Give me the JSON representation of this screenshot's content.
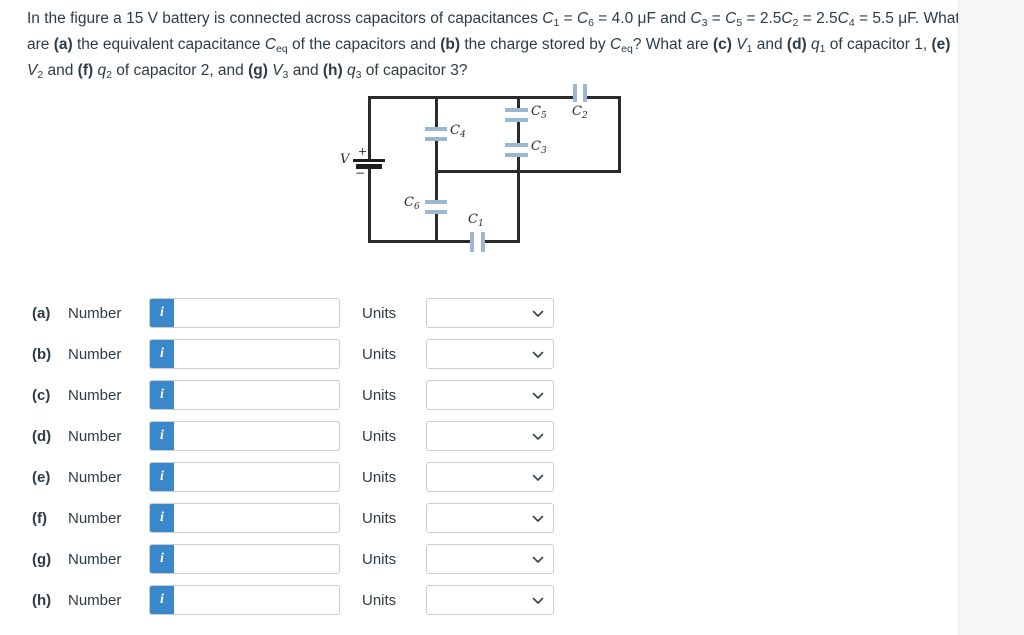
{
  "question": {
    "lines": [
      [
        [
          "p",
          "In the figure a 15 V battery is connected across capacitors of capacitances "
        ],
        [
          "v",
          "C"
        ],
        [
          "s",
          "1"
        ],
        [
          "p",
          " = "
        ],
        [
          "v",
          "C"
        ],
        [
          "s",
          "6"
        ],
        [
          "p",
          " = 4.0 μF and "
        ],
        [
          "v",
          "C"
        ],
        [
          "s",
          "3"
        ],
        [
          "p",
          " = "
        ],
        [
          "v",
          "C"
        ],
        [
          "s",
          "5"
        ],
        [
          "p",
          " = 2.5"
        ],
        [
          "v",
          "C"
        ],
        [
          "s",
          "2"
        ],
        [
          "p",
          " = 2.5"
        ],
        [
          "v",
          "C"
        ],
        [
          "s",
          "4"
        ],
        [
          "p",
          " = 5.5 μF. What"
        ]
      ],
      [
        [
          "p",
          "are "
        ],
        [
          "b",
          "(a)"
        ],
        [
          "p",
          " the equivalent capacitance "
        ],
        [
          "v",
          "C"
        ],
        [
          "s",
          "eq"
        ],
        [
          "p",
          " of the capacitors and "
        ],
        [
          "b",
          "(b)"
        ],
        [
          "p",
          " the charge stored by "
        ],
        [
          "v",
          "C"
        ],
        [
          "s",
          "eq"
        ],
        [
          "p",
          "? What are "
        ],
        [
          "b",
          "(c)"
        ],
        [
          "p",
          " "
        ],
        [
          "v",
          "V"
        ],
        [
          "s",
          "1"
        ],
        [
          "p",
          " and "
        ],
        [
          "b",
          "(d)"
        ],
        [
          "p",
          " "
        ],
        [
          "v",
          "q"
        ],
        [
          "s",
          "1"
        ],
        [
          "p",
          " of capacitor 1, "
        ],
        [
          "b",
          "(e)"
        ]
      ],
      [
        [
          "v",
          "V"
        ],
        [
          "s",
          "2"
        ],
        [
          "p",
          " and "
        ],
        [
          "b",
          "(f)"
        ],
        [
          "p",
          " "
        ],
        [
          "v",
          "q"
        ],
        [
          "s",
          "2"
        ],
        [
          "p",
          " of capacitor 2, and "
        ],
        [
          "b",
          "(g)"
        ],
        [
          "p",
          " "
        ],
        [
          "v",
          "V"
        ],
        [
          "s",
          "3"
        ],
        [
          "p",
          " and "
        ],
        [
          "b",
          "(h)"
        ],
        [
          "p",
          " "
        ],
        [
          "v",
          "q"
        ],
        [
          "s",
          "3"
        ],
        [
          "p",
          " of capacitor 3?"
        ]
      ]
    ]
  },
  "circuit": {
    "battery": {
      "label": "V",
      "plus": "+",
      "minus": "−"
    },
    "labels": {
      "c1": {
        "main": "C",
        "sub": "1"
      },
      "c2": {
        "main": "C",
        "sub": "2"
      },
      "c3": {
        "main": "C",
        "sub": "3"
      },
      "c4": {
        "main": "C",
        "sub": "4"
      },
      "c5": {
        "main": "C",
        "sub": "5"
      },
      "c6": {
        "main": "C",
        "sub": "6"
      }
    }
  },
  "answers": {
    "number_label": "Number",
    "units_label": "Units",
    "info_glyph": "i",
    "rows": [
      {
        "letter": "(a)",
        "value": "",
        "unit": ""
      },
      {
        "letter": "(b)",
        "value": "",
        "unit": ""
      },
      {
        "letter": "(c)",
        "value": "",
        "unit": ""
      },
      {
        "letter": "(d)",
        "value": "",
        "unit": ""
      },
      {
        "letter": "(e)",
        "value": "",
        "unit": ""
      },
      {
        "letter": "(f)",
        "value": "",
        "unit": ""
      },
      {
        "letter": "(g)",
        "value": "",
        "unit": ""
      },
      {
        "letter": "(h)",
        "value": "",
        "unit": ""
      }
    ]
  },
  "colors": {
    "text": "#2d3b45",
    "info_button_blue": "#3a87c9",
    "capacitor_plate_blue": "#9bb7d4",
    "wire": "#2b2b2b",
    "field_border": "#c7cdd1",
    "right_strip": "#f5f6f7"
  }
}
